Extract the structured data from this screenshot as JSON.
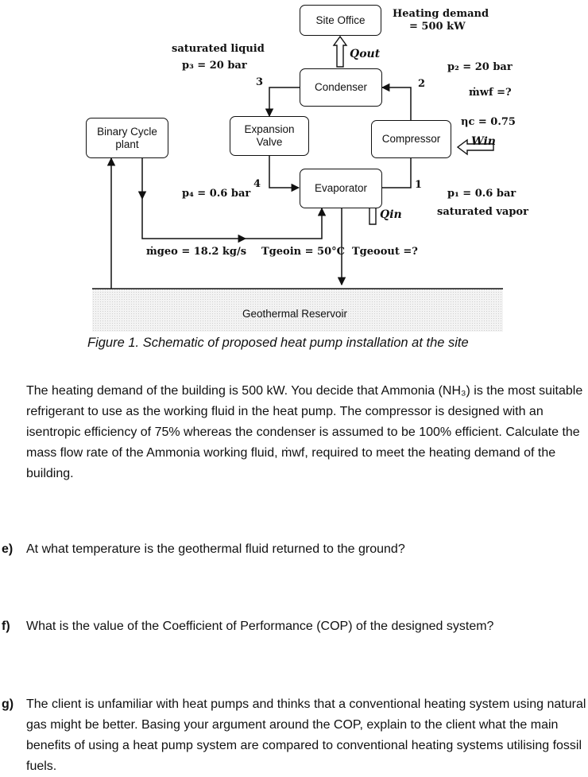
{
  "diagram": {
    "boxes": {
      "site_office": "Site Office",
      "condenser": "Condenser",
      "expansion_valve": "Expansion\nValve",
      "evaporator": "Evaporator",
      "compressor": "Compressor",
      "binary_cycle": "Binary Cycle\nplant"
    },
    "heating_demand": [
      "Heating demand",
      "= 500 kW"
    ],
    "q_out": "Qout",
    "q_in": "Qin",
    "w_in": "Win",
    "state3": [
      "saturated liquid",
      "p₃ = 20 bar"
    ],
    "state2_p": "p₂ = 20 bar",
    "m_wf": "ṁwf =?",
    "eta_c": "ηc = 0.75",
    "state1": [
      "p₁ = 0.6 bar",
      "saturated vapor"
    ],
    "state4_p": "p₄ = 0.6 bar",
    "m_geo": "ṁgeo = 18.2 kg/s",
    "t_geo_in": "Tgeoin = 50°C",
    "t_geo_out": "Tgeoout =?",
    "point_labels": [
      "1",
      "2",
      "3",
      "4"
    ],
    "reservoir": "Geothermal Reservoir"
  },
  "caption": "Figure 1. Schematic of proposed heat pump installation at the site",
  "intro_paragraph": "The heating demand of the building is 500 kW. You decide that Ammonia (NH₃) is the most suitable refrigerant to use as the working fluid in the heat pump. The compressor is designed with an isentropic efficiency of 75% whereas the condenser is assumed to be 100% efficient. Calculate the mass flow rate of the Ammonia working fluid, ṁwf, required to meet the heating demand of the building.",
  "questions": [
    {
      "label": "e)",
      "text": "At what temperature is the geothermal fluid returned to the ground?"
    },
    {
      "label": "f)",
      "text": "What is the value of the Coefficient of Performance (COP) of the designed system?"
    },
    {
      "label": "g)",
      "text": "The client is unfamiliar with heat pumps and thinks that a conventional heating system using natural gas might be better. Basing your argument around the COP, explain to the client what the main benefits of using a heat pump system are compared to conventional heating systems utilising fossil fuels."
    }
  ]
}
